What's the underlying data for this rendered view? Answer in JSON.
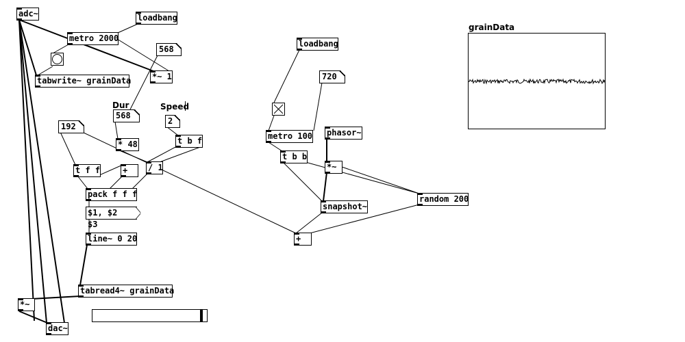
{
  "patch": {
    "objects": {
      "adc": "adc~",
      "loadbang_1": "loadbang",
      "metro_2000": "metro 2000",
      "num_568_a": "568",
      "mul_1": "*~ 1",
      "tabwrite": "tabwrite~ grainData",
      "label_dur": "Dur",
      "label_speed": "Speed",
      "num_568_b": "568",
      "num_2": "2",
      "num_192": "192",
      "mul_48": "* 48",
      "tbf": "t b f",
      "tff": "t f f",
      "plus_small": "+",
      "div_1": "/ 1",
      "pack": "pack f f f",
      "msg_123": "$1, $2 $3",
      "line": "line~ 0 20",
      "tabread": "tabread4~ grainData",
      "mul_small": "*~",
      "dac": "dac~",
      "loadbang_2": "loadbang",
      "num_720": "720",
      "metro_100": "metro 100",
      "tbb": "t b b",
      "phasor": "phasor~",
      "mul_tilde2": "*~",
      "snapshot": "snapshot~",
      "random": "random 200",
      "plus_main": "+"
    },
    "array": {
      "name": "grainData"
    },
    "slider": {
      "value": 0.98
    },
    "toggle": {
      "state": "on"
    }
  }
}
